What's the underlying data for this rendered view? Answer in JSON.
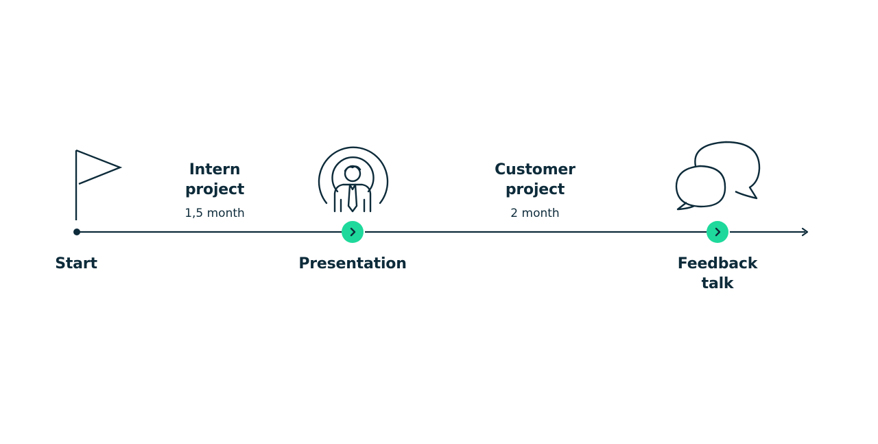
{
  "milestones": [
    {
      "label": "Start"
    },
    {
      "label": "Presentation"
    },
    {
      "label": "Feedback\ntalk"
    }
  ],
  "phases": [
    {
      "title": "Intern\nproject",
      "duration": "1,5 month"
    },
    {
      "title": "Customer\nproject",
      "duration": "2 month"
    }
  ],
  "colors": {
    "ink": "#0d2b3a",
    "accent": "#1ed99b",
    "background": "#ffffff"
  },
  "icons": [
    "flag-icon",
    "presenter-icon",
    "chat-bubbles-icon",
    "chevron-right-icon",
    "arrow-head-icon"
  ]
}
